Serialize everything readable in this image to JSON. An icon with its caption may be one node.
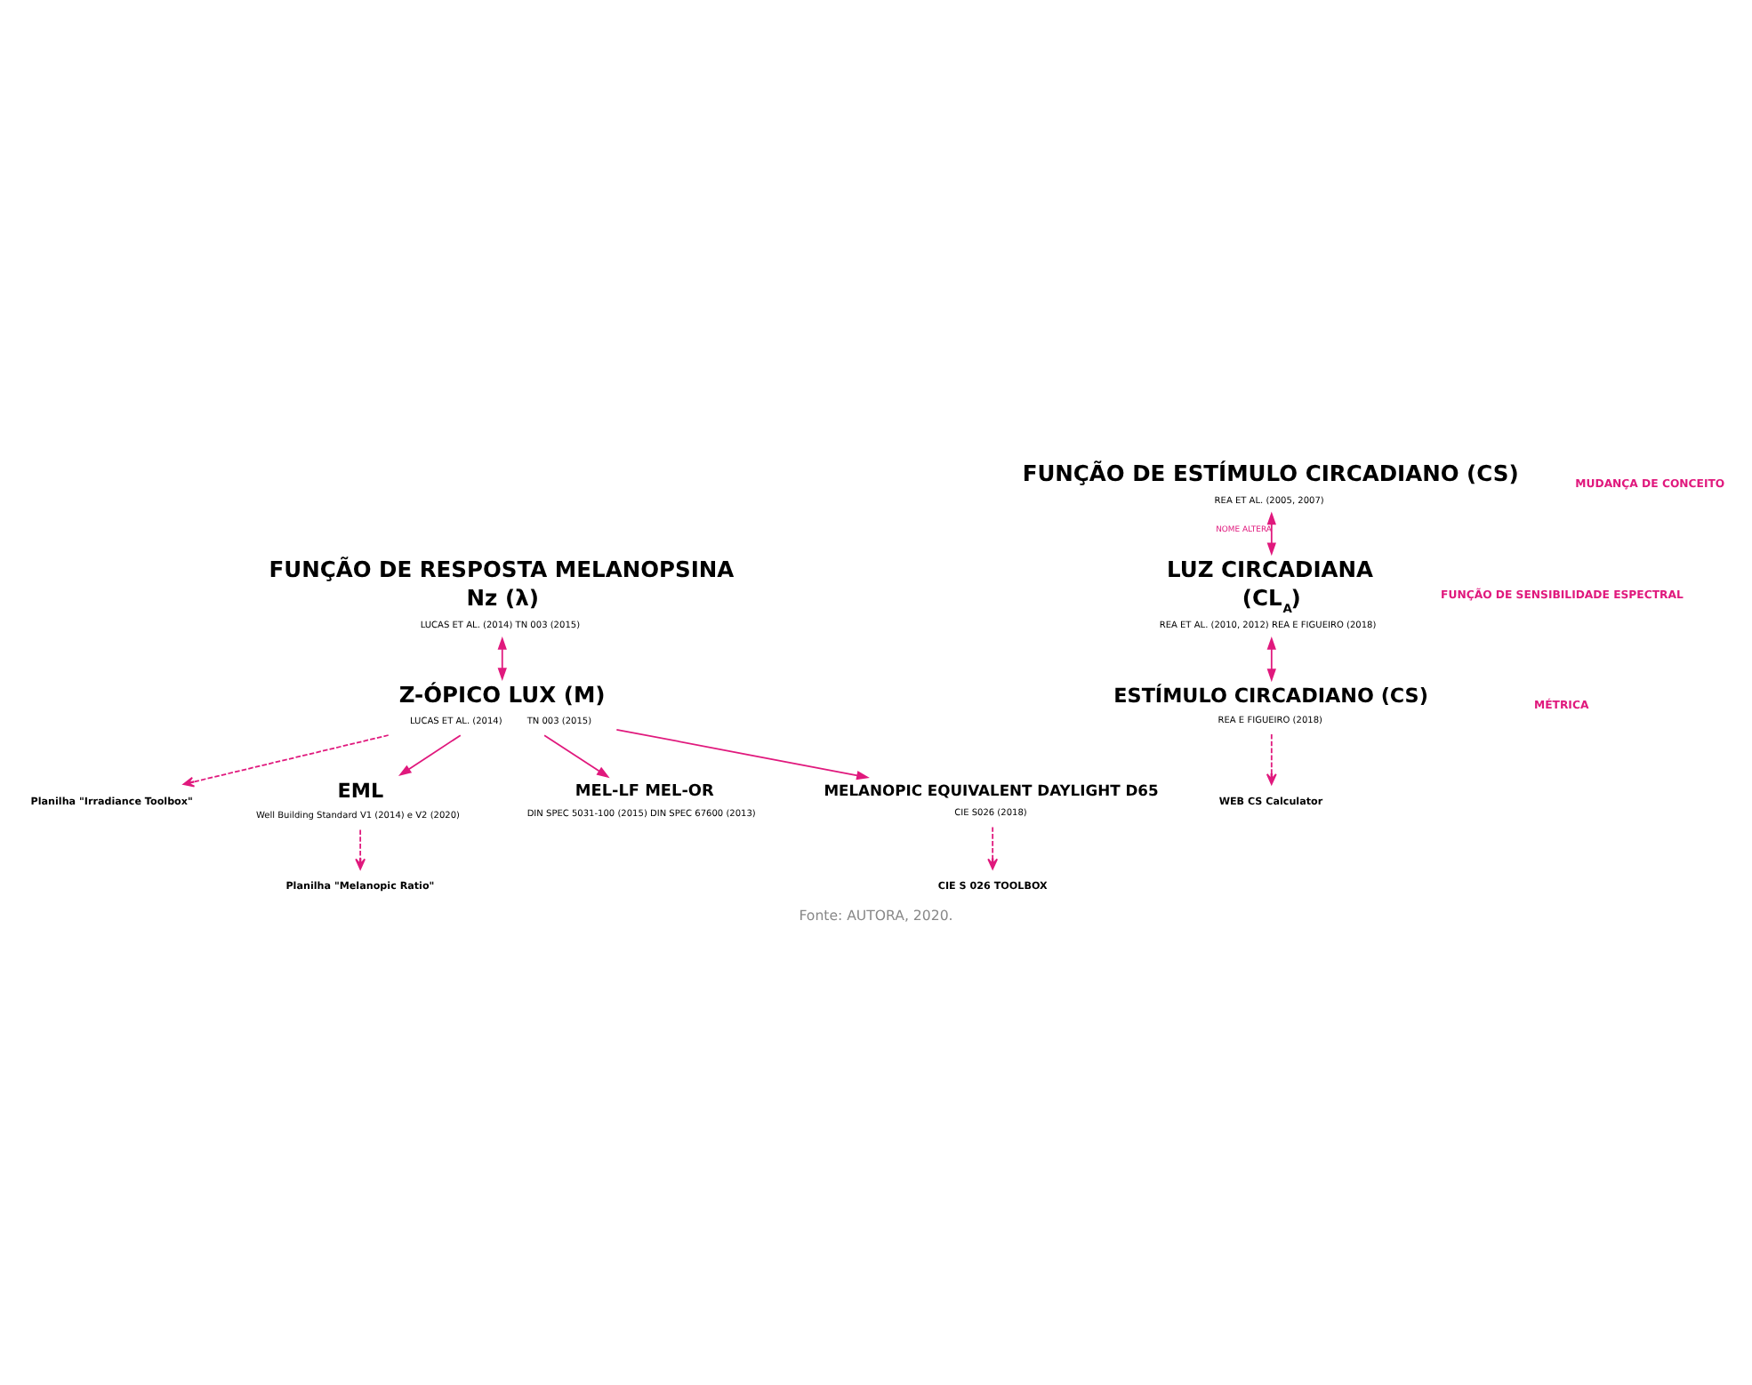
{
  "diagram": {
    "caption": "Fonte: AUTORA, 2020.",
    "nodes": [
      {
        "text": [
          "FUNÇÃO DE RESPOSTA MELANOPSINA",
          "Nz (λ)"
        ],
        "beside": [
          "LUCAS ET AL. (2014) TN 003 (2015)"
        ]
      },
      {
        "text": [
          "FUNÇÃO DE ESTÍMULO CIRCADIANO (CS)"
        ],
        "beside": [
          "REA ET AL. (2005, 2007)"
        ]
      },
      {
        "text": [
          "LUZ CIRCADIANA",
          "(CL$_{A}$)"
        ],
        "beside": [
          "REA ET AL. (2010, 2012) REA E FIGUEIRO (2018)"
        ]
      },
      {
        "text": [
          "Planilha \"Irradiance Toolbox\""
        ]
      },
      {
        "text": [
          "Z-ÓPICO LUX (M)"
        ],
        "beside": [
          "LUCAS ET AL. (2014)",
          "TN 003 (2015)"
        ]
      },
      {
        "text": [
          "EML"
        ],
        "beside": [
          "Well Building Standard V1 (2014) e V2 (2020)"
        ]
      },
      {
        "text": [
          "MEL-LF MEL-OR"
        ],
        "beside": [
          "DIN SPEC 5031-100 (2015) DIN SPEC 67600 (2013)"
        ]
      },
      {
        "text": [
          "MELANOPIC EQUIVALENT DAYLIGHT D65"
        ],
        "beside": [
          "CIE S026 (2018)"
        ]
      },
      {
        "text": [
          "Planilha \"Melanopic Ratio\""
        ]
      },
      {
        "text": [
          "CIE S 026 TOOLBOX"
        ]
      },
      {
        "text": [
          "ESTÍMULO CIRCADIANO (CS)"
        ],
        "beside": [
          "REA E FIGUEIRO (2018)"
        ]
      },
      {
        "text": [
          "WEB CS Calculator"
        ]
      }
    ],
    "edges": [
      {
        "from": 0,
        "to": 4,
        "arrow": "both"
      },
      {
        "from": 1,
        "to": 2,
        "arrow": "both",
        "label": "NOME ALTERA"
      },
      {
        "from": 2,
        "to": 10,
        "arrow": "both"
      },
      {
        "from": 4,
        "to": 3,
        "arrow": "to",
        "style": "dashed"
      },
      {
        "from": 4,
        "to": 5,
        "arrow": "to"
      },
      {
        "from": 4,
        "to": 7,
        "arrow": "to"
      },
      {
        "from": 4,
        "to": 6,
        "arrow": "to"
      },
      {
        "from": 5,
        "to": 8,
        "arrow": "to",
        "style": "dashed"
      },
      {
        "from": 7,
        "to": 9,
        "arrow": "to",
        "style": "dashed"
      },
      {
        "from": 10,
        "to": 11,
        "arrow": "to",
        "style": "dashed"
      }
    ],
    "labels": [
      "FUNÇÃO DE SENSIBILIDADE ESPECTRAL",
      "MUDANÇA DE CONCEITO",
      "MÉTRICA"
    ]
  }
}
